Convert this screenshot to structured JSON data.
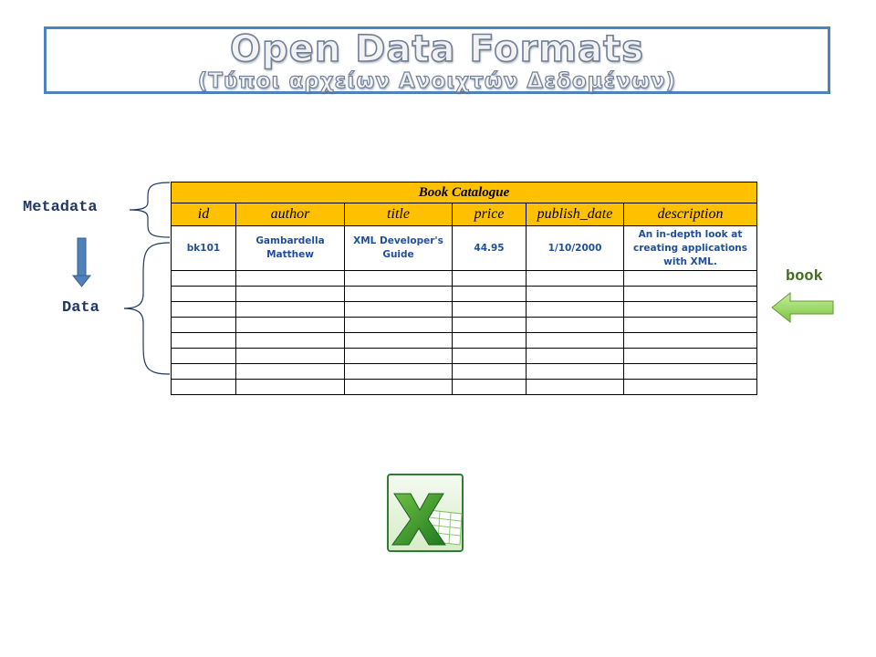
{
  "title": {
    "line1": "Open Data Formats",
    "line2": "(Τύποι αρχείων Ανοιχτών Δεδομένων)"
  },
  "labels": {
    "metadata": "Metadata",
    "data": "Data",
    "book": "book"
  },
  "table": {
    "caption": "Book Catalogue",
    "headers": [
      "id",
      "author",
      "title",
      "price",
      "publish_date",
      "description"
    ],
    "rows": [
      [
        "bk101",
        "Gambardella Matthew",
        "XML Developer's Guide",
        "44.95",
        "1/10/2000",
        "An in-depth look at creating applications with XML."
      ]
    ],
    "empty_row_count": 8
  },
  "icons": {
    "down_arrow": "arrow-down-icon",
    "left_arrow": "arrow-left-icon",
    "excel": "excel-icon"
  },
  "colors": {
    "title_border": "#4f81bd",
    "header_fill": "#ffc000",
    "data_text": "#1f4e9a",
    "arrow_blue": "#4f81bd",
    "arrow_green": "#92d050"
  }
}
